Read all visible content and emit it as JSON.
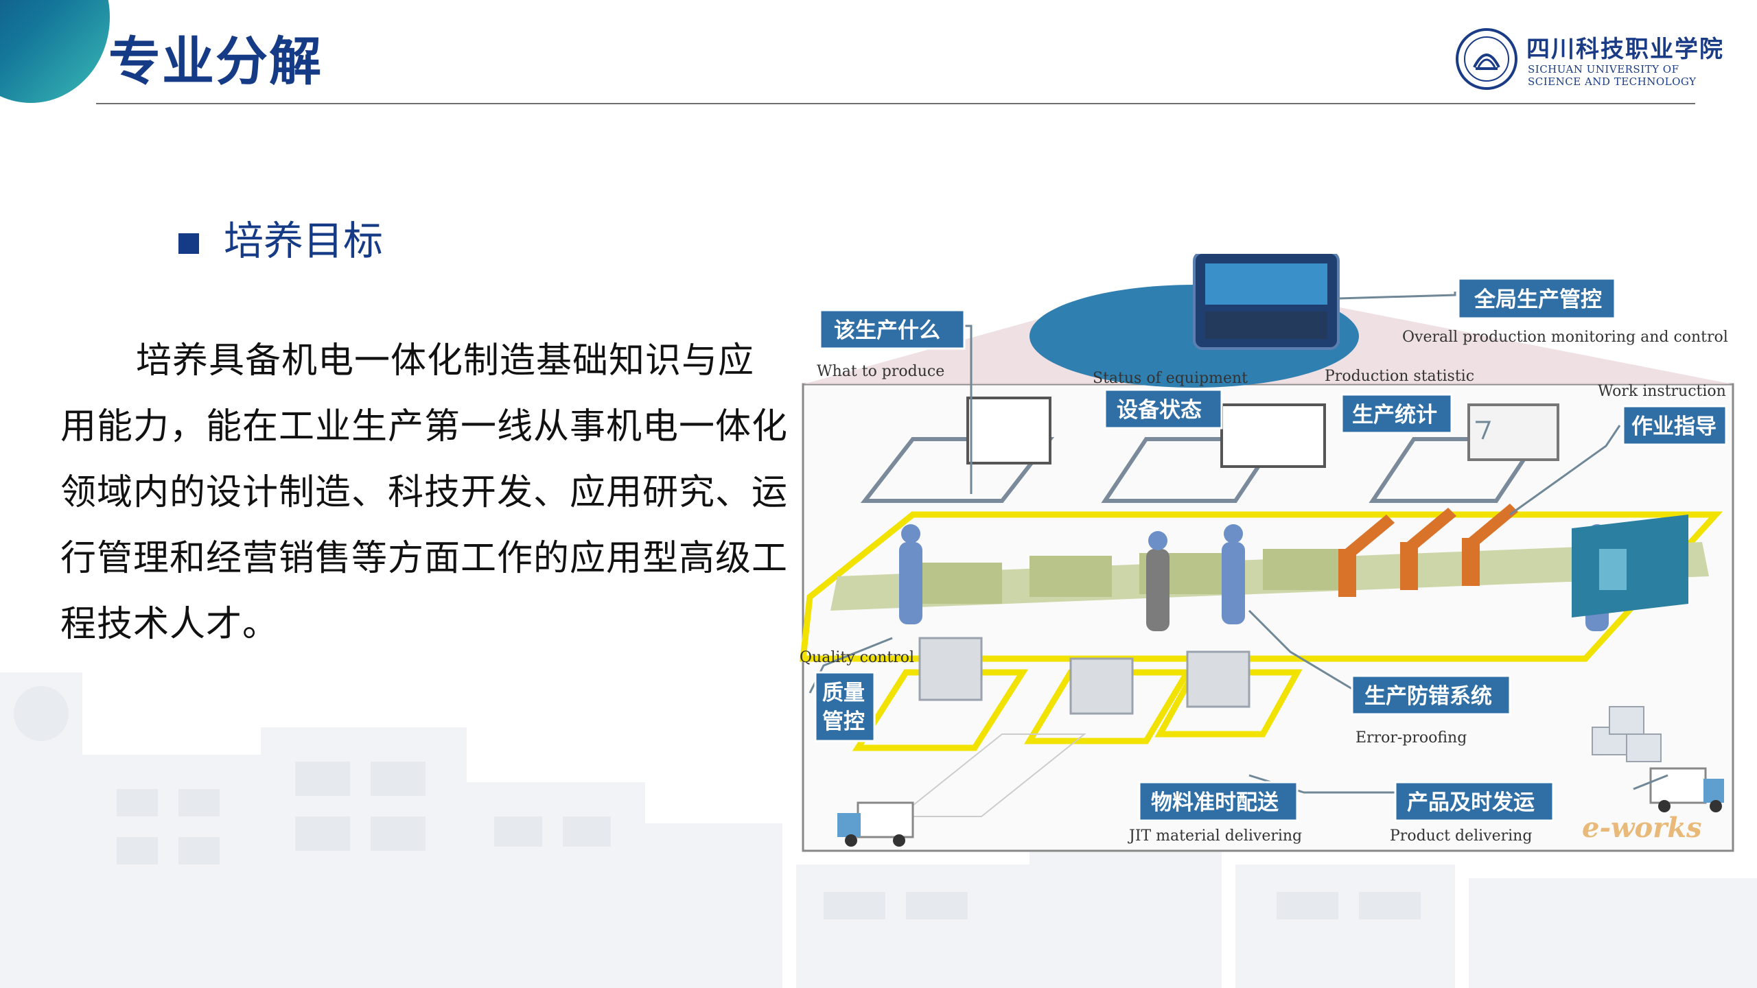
{
  "header": {
    "title": "专业分解",
    "logo": {
      "name_cn": "四川科技职业学院",
      "name_en_line1": "SICHUAN UNIVERSITY OF",
      "name_en_line2": "SCIENCE AND TECHNOLOGY",
      "icon": "university-emblem-icon"
    }
  },
  "section": {
    "heading": "培养目标",
    "bullet_icon": "square-bullet-icon",
    "paragraph": "培养具备机电一体化制造基础知识与应用能力，能在工业生产第一线从事机电一体化领域内的设计制造、科技开发、应用研究、运行管理和经营销售等方面工作的应用型高级工程技术人才。"
  },
  "diagram": {
    "labels": {
      "what_cn": "该生产什么",
      "what_en": "What to produce",
      "overall_cn": "全局生产管控",
      "overall_en": "Overall production monitoring and control",
      "status_cn": "设备状态",
      "status_en": "Status of equipment",
      "stat_cn": "生产统计",
      "stat_en": "Production statistic",
      "work_cn": "作业指导",
      "work_en": "Work instruction",
      "quality_cn_1": "质量",
      "quality_cn_2": "管控",
      "quality_en": "Quality control",
      "error_cn": "生产防错系统",
      "error_en": "Error-proofing",
      "jit_cn": "物料准时配送",
      "jit_en": "JIT material delivering",
      "product_cn": "产品及时发运",
      "product_en": "Product delivering",
      "brand": "e-works"
    },
    "colors": {
      "label_box": "#2f6fa6",
      "accent_yellow": "#f2e200",
      "robot_orange": "#d9732a",
      "worker_blue": "#6d8fc8"
    }
  }
}
